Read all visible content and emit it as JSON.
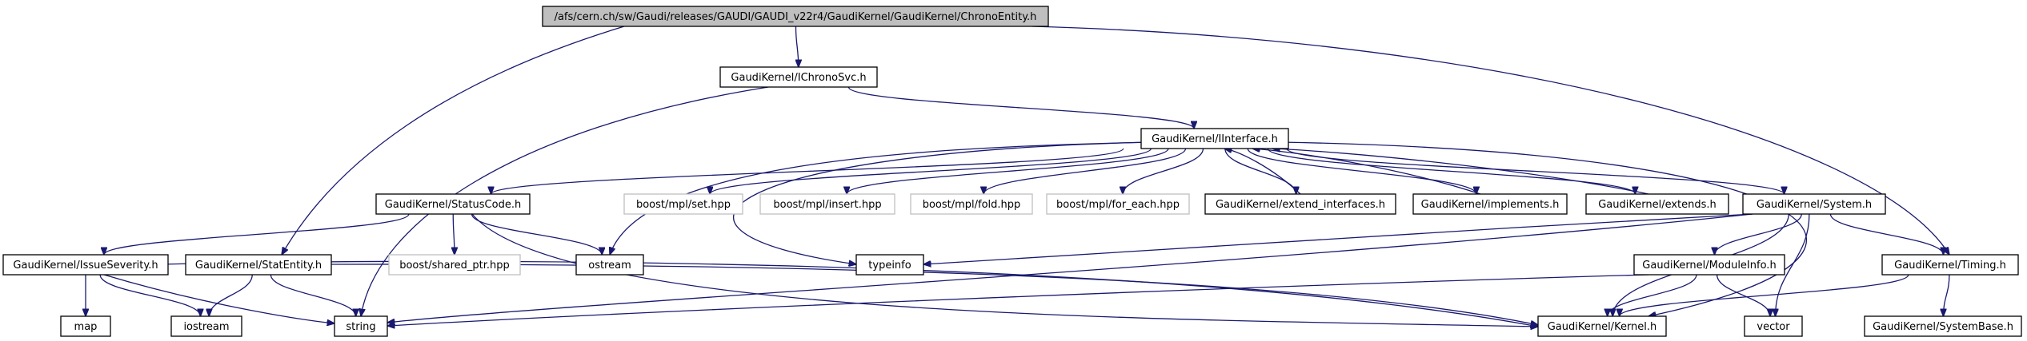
{
  "diagram": {
    "type": "include-dependency-graph",
    "colors": {
      "edge": "#191970",
      "node_border": "#000000",
      "missing_node_border": "#bfbfbf",
      "root_fill": "#bfbfbf",
      "background": "#ffffff"
    },
    "nodes": [
      {
        "id": "root",
        "label": "/afs/cern.ch/sw/Gaudi/releases/GAUDI/GAUDI_v22r4/GaudiKernel/GaudiKernel/ChronoEntity.h",
        "style": "root"
      },
      {
        "id": "ichronosvc",
        "label": "GaudiKernel/IChronoSvc.h",
        "style": "normal"
      },
      {
        "id": "iinterface",
        "label": "GaudiKernel/IInterface.h",
        "style": "normal"
      },
      {
        "id": "statuscode",
        "label": "GaudiKernel/StatusCode.h",
        "style": "normal"
      },
      {
        "id": "mplset",
        "label": "boost/mpl/set.hpp",
        "style": "missing"
      },
      {
        "id": "mplinsert",
        "label": "boost/mpl/insert.hpp",
        "style": "missing"
      },
      {
        "id": "mplfold",
        "label": "boost/mpl/fold.hpp",
        "style": "missing"
      },
      {
        "id": "mplforeach",
        "label": "boost/mpl/for_each.hpp",
        "style": "missing"
      },
      {
        "id": "extendif",
        "label": "GaudiKernel/extend_interfaces.h",
        "style": "normal"
      },
      {
        "id": "implements",
        "label": "GaudiKernel/implements.h",
        "style": "normal"
      },
      {
        "id": "extends",
        "label": "GaudiKernel/extends.h",
        "style": "normal"
      },
      {
        "id": "system",
        "label": "GaudiKernel/System.h",
        "style": "normal"
      },
      {
        "id": "issuesev",
        "label": "GaudiKernel/IssueSeverity.h",
        "style": "normal"
      },
      {
        "id": "statentity",
        "label": "GaudiKernel/StatEntity.h",
        "style": "normal"
      },
      {
        "id": "sharedptr",
        "label": "boost/shared_ptr.hpp",
        "style": "missing"
      },
      {
        "id": "ostream",
        "label": "ostream",
        "style": "normal"
      },
      {
        "id": "typeinfo",
        "label": "typeinfo",
        "style": "normal"
      },
      {
        "id": "moduleinfo",
        "label": "GaudiKernel/ModuleInfo.h",
        "style": "normal"
      },
      {
        "id": "timing",
        "label": "GaudiKernel/Timing.h",
        "style": "normal"
      },
      {
        "id": "map",
        "label": "map",
        "style": "normal"
      },
      {
        "id": "iostream",
        "label": "iostream",
        "style": "normal"
      },
      {
        "id": "string",
        "label": "string",
        "style": "normal"
      },
      {
        "id": "kernel",
        "label": "GaudiKernel/Kernel.h",
        "style": "normal"
      },
      {
        "id": "vector",
        "label": "vector",
        "style": "normal"
      },
      {
        "id": "systembase",
        "label": "GaudiKernel/SystemBase.h",
        "style": "normal"
      }
    ],
    "edges": [
      {
        "from": "root",
        "to": "ichronosvc"
      },
      {
        "from": "root",
        "to": "statentity"
      },
      {
        "from": "root",
        "to": "timing"
      },
      {
        "from": "ichronosvc",
        "to": "iinterface"
      },
      {
        "from": "ichronosvc",
        "to": "string"
      },
      {
        "from": "iinterface",
        "to": "statuscode"
      },
      {
        "from": "iinterface",
        "to": "mplset"
      },
      {
        "from": "iinterface",
        "to": "mplinsert"
      },
      {
        "from": "iinterface",
        "to": "mplfold"
      },
      {
        "from": "iinterface",
        "to": "mplforeach"
      },
      {
        "from": "iinterface",
        "to": "extendif"
      },
      {
        "from": "iinterface",
        "to": "implements"
      },
      {
        "from": "iinterface",
        "to": "extends"
      },
      {
        "from": "iinterface",
        "to": "system"
      },
      {
        "from": "iinterface",
        "to": "ostream"
      },
      {
        "from": "iinterface",
        "to": "typeinfo"
      },
      {
        "from": "iinterface",
        "to": "kernel"
      },
      {
        "from": "extendif",
        "to": "iinterface"
      },
      {
        "from": "implements",
        "to": "iinterface"
      },
      {
        "from": "extends",
        "to": "iinterface"
      },
      {
        "from": "statuscode",
        "to": "issuesev"
      },
      {
        "from": "statuscode",
        "to": "sharedptr"
      },
      {
        "from": "statuscode",
        "to": "ostream"
      },
      {
        "from": "statuscode",
        "to": "kernel"
      },
      {
        "from": "issuesev",
        "to": "map"
      },
      {
        "from": "issuesev",
        "to": "iostream"
      },
      {
        "from": "issuesev",
        "to": "string"
      },
      {
        "from": "issuesev",
        "to": "kernel"
      },
      {
        "from": "statentity",
        "to": "iostream"
      },
      {
        "from": "statentity",
        "to": "string"
      },
      {
        "from": "statentity",
        "to": "kernel"
      },
      {
        "from": "system",
        "to": "typeinfo"
      },
      {
        "from": "system",
        "to": "kernel"
      },
      {
        "from": "system",
        "to": "moduleinfo"
      },
      {
        "from": "system",
        "to": "string"
      },
      {
        "from": "system",
        "to": "vector"
      },
      {
        "from": "system",
        "to": "timing"
      },
      {
        "from": "moduleinfo",
        "to": "kernel"
      },
      {
        "from": "moduleinfo",
        "to": "string"
      },
      {
        "from": "moduleinfo",
        "to": "vector"
      },
      {
        "from": "timing",
        "to": "kernel"
      },
      {
        "from": "timing",
        "to": "systembase"
      }
    ]
  }
}
